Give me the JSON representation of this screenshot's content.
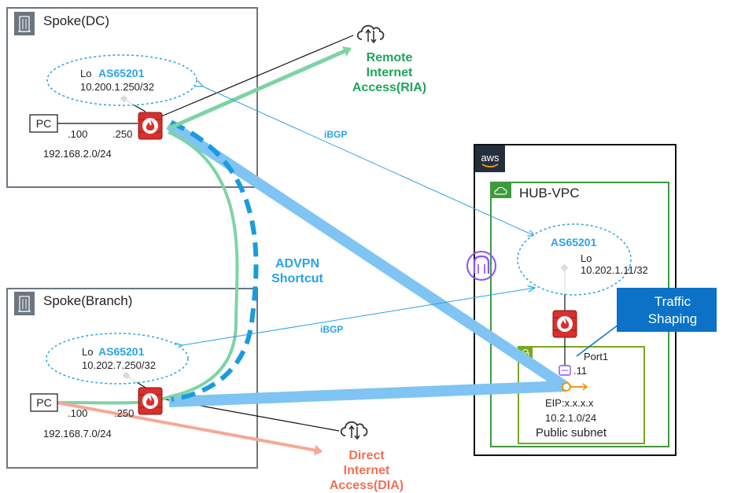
{
  "spoke_dc": {
    "title": "Spoke(DC)",
    "lo_label": "Lo",
    "as_number": "AS65201",
    "loopback_ip": "10.200.1.250/32",
    "pc_label": "PC",
    "pc_host": ".100",
    "fw_host": ".250",
    "subnet": "192.168.2.0/24"
  },
  "spoke_branch": {
    "title": "Spoke(Branch)",
    "lo_label": "Lo",
    "as_number": "AS65201",
    "loopback_ip": "10.202.7.250/32",
    "pc_label": "PC",
    "pc_host": ".100",
    "fw_host": ".250",
    "subnet": "192.168.7.0/24"
  },
  "ria": {
    "line1": "Remote",
    "line2": "Internet",
    "line3": "Access(RIA)"
  },
  "dia": {
    "line1": "Direct",
    "line2": "Internet",
    "line3": "Access(DIA)"
  },
  "advpn": {
    "line1": "ADVPN",
    "line2": "Shortcut"
  },
  "ibgp_top": "iBGP",
  "ibgp_bottom": "iBGP",
  "aws": {
    "logo_text": "aws",
    "vpc_title": "HUB-VPC",
    "as_number": "AS65201",
    "lo_label": "Lo",
    "loopback_ip": "10.202.1.11/32",
    "port_label": "Port1",
    "port_host": ".11",
    "eip": "EIP:x.x.x.x",
    "subnet_cidr": "10.2.1.0/24",
    "subnet_name": "Public subnet"
  },
  "callout": {
    "line1": "Traffic",
    "line2": "Shaping"
  },
  "colors": {
    "green": "#7fd3a3",
    "green_text": "#1fa55a",
    "blue": "#7fc4f2",
    "blue_dash": "#1a9be0",
    "blue_text": "#29a3e5",
    "salmon": "#f5a896",
    "salmon_text": "#ef7154",
    "firewall_red": "#d9302c",
    "vpc_green": "#3d9a3d",
    "subnet_green": "#7aa61d",
    "callout_blue": "#0b72c7",
    "gray_box": "#6b7680"
  }
}
